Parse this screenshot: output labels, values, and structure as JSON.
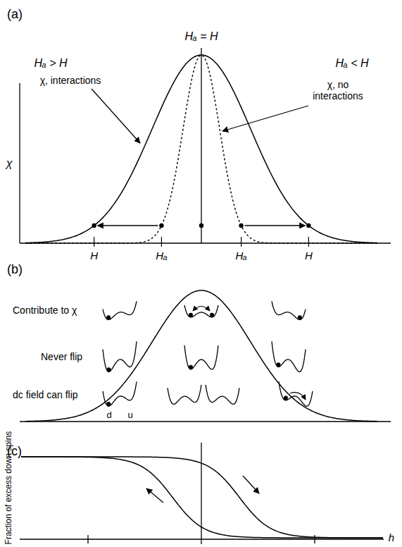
{
  "diagram": {
    "labels": [
      "(a)",
      "Hₐ = H",
      "Hₐ > H",
      "Hₐ < H",
      "χ",
      "χ, interactions",
      "χ, no interactions",
      "H",
      "Hₐ",
      "Hₐ",
      "H",
      "(b)",
      "Contribute to χ",
      "Never flip",
      "dc field can flip",
      "d",
      "u",
      "(c)",
      "Fraction of excess down spins",
      "h"
    ]
  }
}
